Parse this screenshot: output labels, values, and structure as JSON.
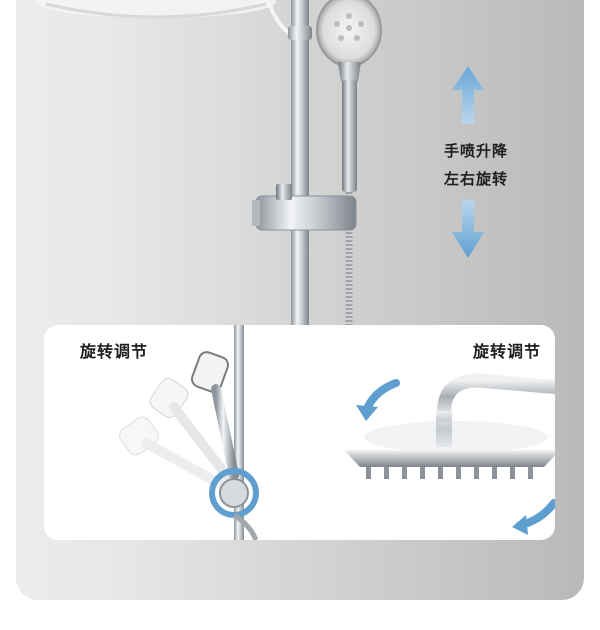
{
  "hero": {
    "label_line1": "手喷升降",
    "label_line2": "左右旋转"
  },
  "panel": {
    "left_title": "旋转调节",
    "right_title": "旋转调节"
  },
  "colors": {
    "arrow_blue": "#5f9fcf",
    "chrome": "#b9bec4",
    "background_gray": "#cfcfcf"
  }
}
